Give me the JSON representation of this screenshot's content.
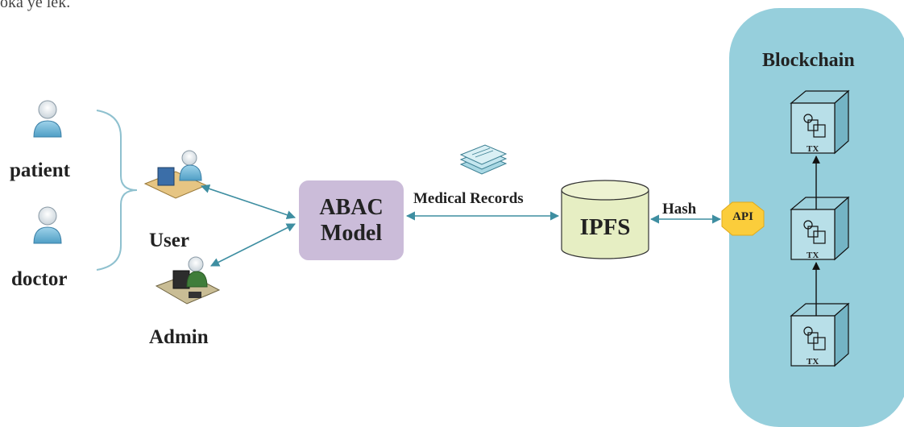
{
  "top_fragment": "oka ye lek.",
  "actors": {
    "patient_label": "patient",
    "doctor_label": "doctor",
    "user_label": "User",
    "admin_label": "Admin"
  },
  "abac": {
    "line1": "ABAC",
    "line2": "Model"
  },
  "medical_records_label": "Medical Records",
  "ipfs_label": "IPFS",
  "hash_label": "Hash",
  "api_label": "API",
  "blockchain": {
    "title": "Blockchain",
    "blocks": [
      {
        "label": "TX"
      },
      {
        "label": "TX"
      },
      {
        "label": "TX"
      }
    ]
  },
  "colors": {
    "abac_fill": "#cbbcd9",
    "ipfs_fill": "#e6eec3",
    "blockchain_fill": "#96cfdc",
    "api_fill": "#fbcd3b",
    "arrow": "#3e8ea1",
    "bracket": "#8fc1cf"
  },
  "icons": {
    "person": "person-icon",
    "user_workstation": "user-workstation-icon",
    "admin_workstation": "admin-workstation-icon",
    "documents": "documents-stack-icon",
    "database": "database-cylinder-icon",
    "block": "block-cube-icon",
    "api": "octagon-badge-icon"
  }
}
